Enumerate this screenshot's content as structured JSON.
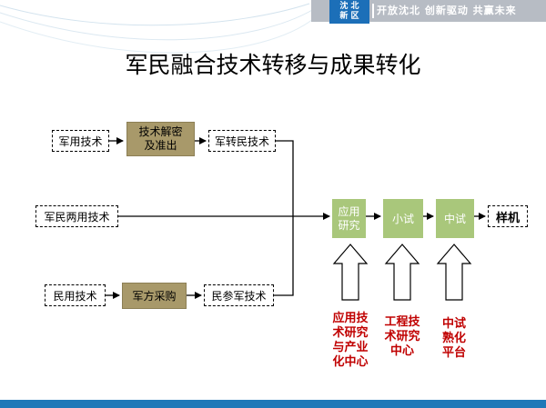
{
  "header": {
    "logo_line1": "沈 北",
    "logo_line2": "新 区",
    "slogan": "开放沈北  创新驱动  共赢未来"
  },
  "title": "军民融合技术转移与成果转化",
  "top_row": {
    "source": "军用技术",
    "process_line1": "技术解密",
    "process_line2": "及准出",
    "result": "军转民技术"
  },
  "middle_row": {
    "source": "军民两用技术"
  },
  "bottom_row": {
    "source": "民用技术",
    "process": "军方采购",
    "result": "民参军技术"
  },
  "pipeline": {
    "stage1_line1": "应用",
    "stage1_line2": "研究",
    "stage2": "小试",
    "stage3": "中试",
    "output": "样机"
  },
  "supports": {
    "s1": [
      "应用技",
      "术研究",
      "与产业",
      "化中心"
    ],
    "s2": [
      "工程技",
      "术研究",
      "中心"
    ],
    "s3": [
      "中试",
      "熟化",
      "平台"
    ]
  },
  "colors": {
    "process_box": "#a8996a",
    "pipeline_box": "#a9c77b",
    "support_text": "#c00000",
    "brand_blue": "#1f78b8"
  }
}
